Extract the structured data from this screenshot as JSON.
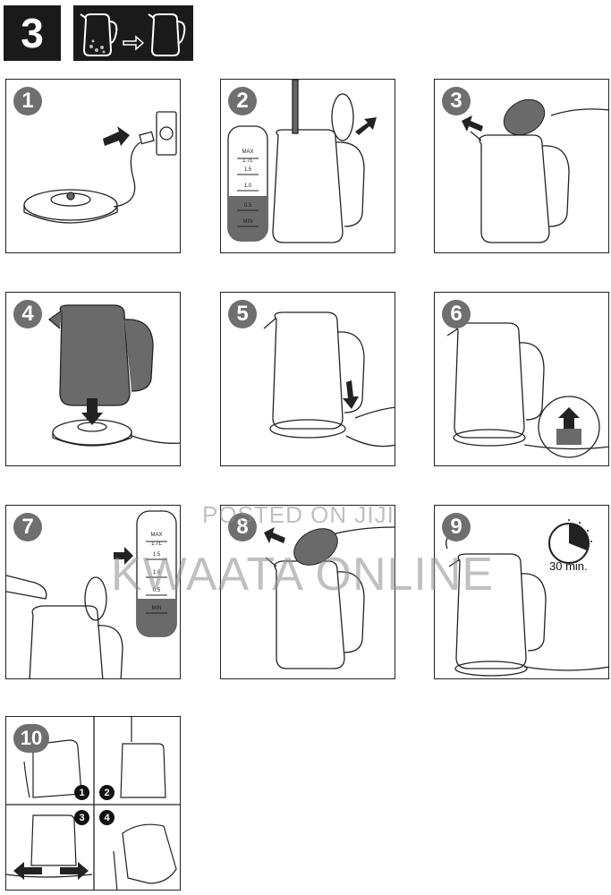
{
  "header": {
    "step_number": "3"
  },
  "panels": {
    "p1": {
      "number": "1"
    },
    "p2": {
      "number": "2",
      "scale": [
        "MAX",
        "1.7L",
        "1.5",
        "1.0",
        "0.5",
        "MIN"
      ]
    },
    "p3": {
      "number": "3"
    },
    "p4": {
      "number": "4"
    },
    "p5": {
      "number": "5"
    },
    "p6": {
      "number": "6"
    },
    "p7": {
      "number": "7",
      "scale": [
        "MAX",
        "1.7L",
        "1.5",
        "1.0",
        "0.5",
        "MIN"
      ]
    },
    "p8": {
      "number": "8"
    },
    "p9": {
      "number": "9",
      "timer_label": "30 min."
    },
    "p10": {
      "number": "10",
      "sub_steps": [
        "1",
        "2",
        "3",
        "4"
      ]
    }
  },
  "watermark": {
    "line1": "POSTED ON JIJI",
    "line2": "KWAATA ONLINE"
  },
  "colors": {
    "badge": "#1a1a1a",
    "number_circle": "#6f6f6f",
    "water_fill": "#6a6a6a",
    "outline": "#222222"
  }
}
